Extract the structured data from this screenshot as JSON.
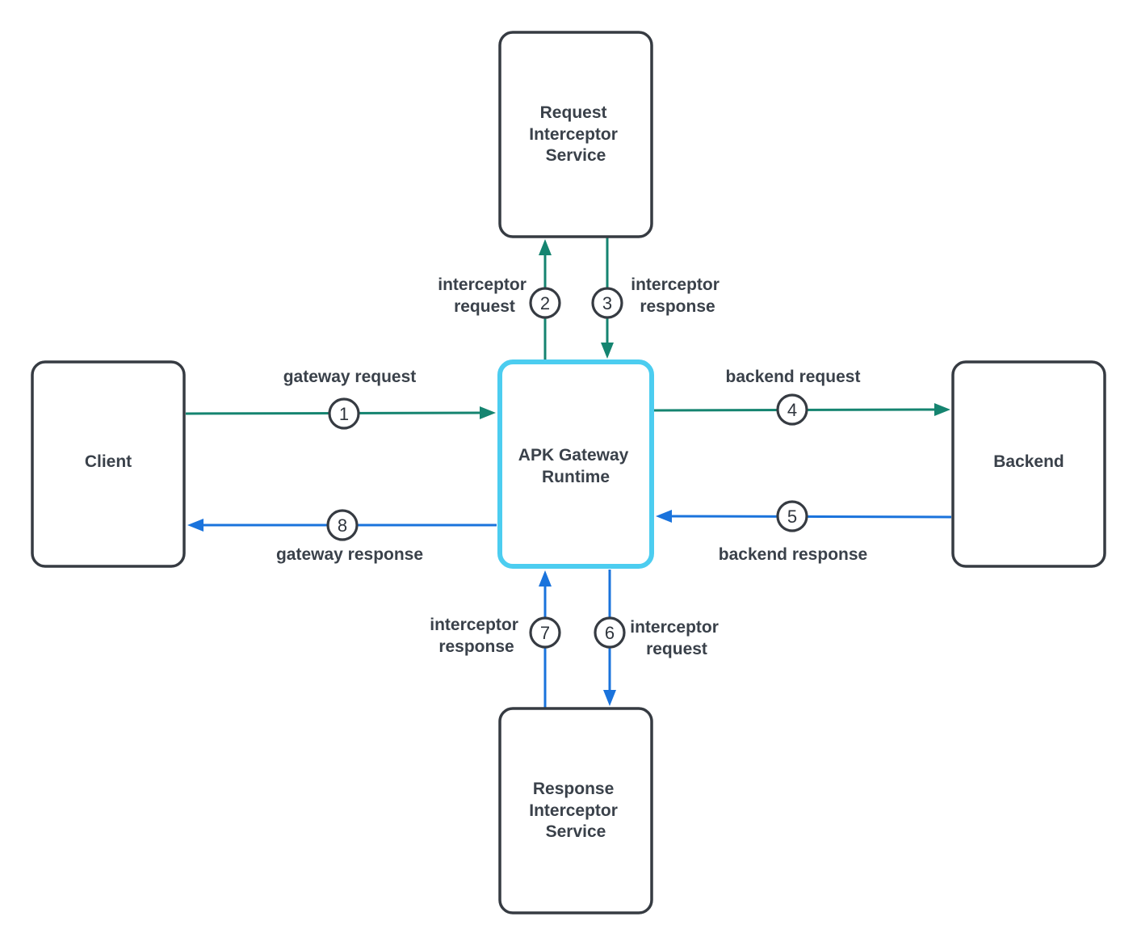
{
  "colors": {
    "request_flow": "#158470",
    "response_flow": "#1a73dc",
    "box_border": "#363b42",
    "gateway_border": "#4ccdf0",
    "text": "#3a414a"
  },
  "nodes": {
    "request_interceptor": [
      "Request",
      "Interceptor",
      "Service"
    ],
    "client": [
      "Client"
    ],
    "gateway": [
      "APK Gateway",
      "Runtime"
    ],
    "backend": [
      "Backend"
    ],
    "response_interceptor": [
      "Response",
      "Interceptor",
      "Service"
    ]
  },
  "steps": [
    {
      "num": "1",
      "label": [
        "gateway request"
      ],
      "flow": "request"
    },
    {
      "num": "2",
      "label": [
        "interceptor",
        "request"
      ],
      "flow": "request"
    },
    {
      "num": "3",
      "label": [
        "interceptor",
        "response"
      ],
      "flow": "request"
    },
    {
      "num": "4",
      "label": [
        "backend request"
      ],
      "flow": "request"
    },
    {
      "num": "5",
      "label": [
        "backend response"
      ],
      "flow": "response"
    },
    {
      "num": "6",
      "label": [
        "interceptor",
        "request"
      ],
      "flow": "response"
    },
    {
      "num": "7",
      "label": [
        "interceptor",
        "response"
      ],
      "flow": "response"
    },
    {
      "num": "8",
      "label": [
        "gateway response"
      ],
      "flow": "response"
    }
  ]
}
